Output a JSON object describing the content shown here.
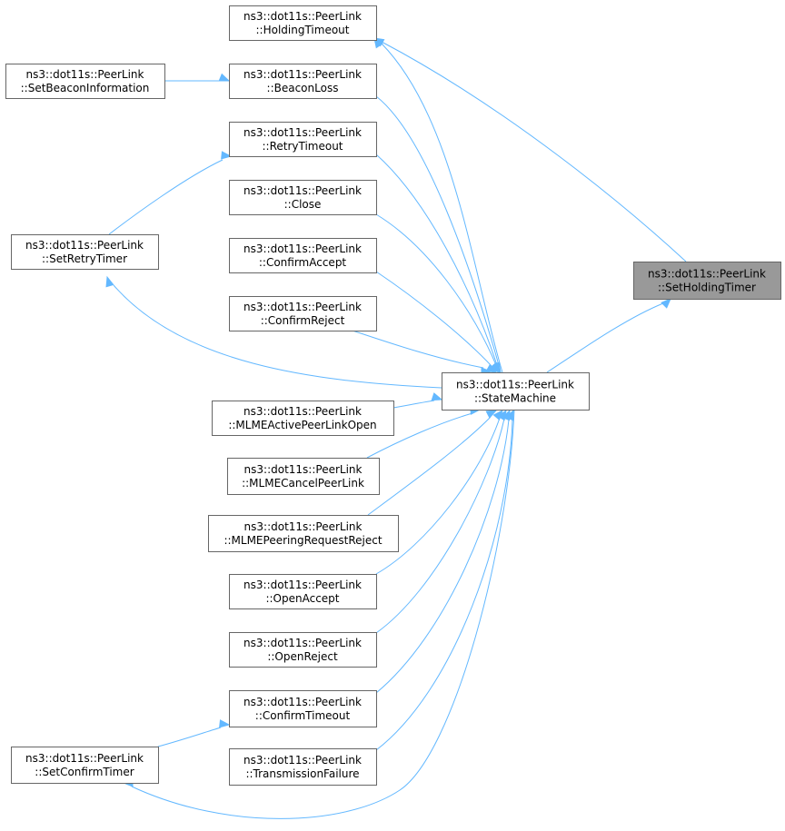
{
  "colors": {
    "edge": "#63b8ff",
    "node_border": "#666666",
    "highlight_fill": "#999999",
    "background": "#ffffff"
  },
  "nodes": [
    {
      "id": "holdingtimeout",
      "line1": "ns3::dot11s::PeerLink",
      "line2": "::HoldingTimeout"
    },
    {
      "id": "setbeaconinformation",
      "line1": "ns3::dot11s::PeerLink",
      "line2": "::SetBeaconInformation"
    },
    {
      "id": "beaconloss",
      "line1": "ns3::dot11s::PeerLink",
      "line2": "::BeaconLoss"
    },
    {
      "id": "retrytimeout",
      "line1": "ns3::dot11s::PeerLink",
      "line2": "::RetryTimeout"
    },
    {
      "id": "close",
      "line1": "ns3::dot11s::PeerLink",
      "line2": "::Close"
    },
    {
      "id": "setretrytimer",
      "line1": "ns3::dot11s::PeerLink",
      "line2": "::SetRetryTimer"
    },
    {
      "id": "confirmaccept",
      "line1": "ns3::dot11s::PeerLink",
      "line2": "::ConfirmAccept"
    },
    {
      "id": "confirmreject",
      "line1": "ns3::dot11s::PeerLink",
      "line2": "::ConfirmReject"
    },
    {
      "id": "setholdingtimer",
      "line1": "ns3::dot11s::PeerLink",
      "line2": "::SetHoldingTimer",
      "highlight": true
    },
    {
      "id": "statemachine",
      "line1": "ns3::dot11s::PeerLink",
      "line2": "::StateMachine"
    },
    {
      "id": "mlmeactivepeerlinkopen",
      "line1": "ns3::dot11s::PeerLink",
      "line2": "::MLMEActivePeerLinkOpen"
    },
    {
      "id": "mlmecancelpeerlink",
      "line1": "ns3::dot11s::PeerLink",
      "line2": "::MLMECancelPeerLink"
    },
    {
      "id": "mlmepeeringrequestreject",
      "line1": "ns3::dot11s::PeerLink",
      "line2": "::MLMEPeeringRequestReject"
    },
    {
      "id": "openaccept",
      "line1": "ns3::dot11s::PeerLink",
      "line2": "::OpenAccept"
    },
    {
      "id": "openreject",
      "line1": "ns3::dot11s::PeerLink",
      "line2": "::OpenReject"
    },
    {
      "id": "confirmtimeout",
      "line1": "ns3::dot11s::PeerLink",
      "line2": "::ConfirmTimeout"
    },
    {
      "id": "setconfirmtimer",
      "line1": "ns3::dot11s::PeerLink",
      "line2": "::SetConfirmTimer"
    },
    {
      "id": "transmissionfailure",
      "line1": "ns3::dot11s::PeerLink",
      "line2": "::TransmissionFailure"
    }
  ],
  "edges": [
    {
      "from": "holdingtimeout",
      "to": "setholdingtimer"
    },
    {
      "from": "setbeaconinformation",
      "to": "beaconloss"
    },
    {
      "from": "beaconloss",
      "to": "statemachine"
    },
    {
      "from": "retrytimeout",
      "to": "statemachine"
    },
    {
      "from": "close",
      "to": "statemachine"
    },
    {
      "from": "setretrytimer",
      "to": "retrytimeout"
    },
    {
      "from": "confirmaccept",
      "to": "statemachine"
    },
    {
      "from": "confirmreject",
      "to": "statemachine"
    },
    {
      "from": "statemachine",
      "to": "setholdingtimer"
    },
    {
      "from": "statemachine",
      "to": "holdingtimeout"
    },
    {
      "from": "statemachine",
      "to": "setretrytimer"
    },
    {
      "from": "statemachine",
      "to": "setconfirmtimer"
    },
    {
      "from": "mlmeactivepeerlinkopen",
      "to": "statemachine"
    },
    {
      "from": "mlmecancelpeerlink",
      "to": "statemachine"
    },
    {
      "from": "mlmepeeringrequestreject",
      "to": "statemachine"
    },
    {
      "from": "openaccept",
      "to": "statemachine"
    },
    {
      "from": "openreject",
      "to": "statemachine"
    },
    {
      "from": "confirmtimeout",
      "to": "statemachine"
    },
    {
      "from": "transmissionfailure",
      "to": "statemachine"
    },
    {
      "from": "setconfirmtimer",
      "to": "confirmtimeout"
    }
  ]
}
